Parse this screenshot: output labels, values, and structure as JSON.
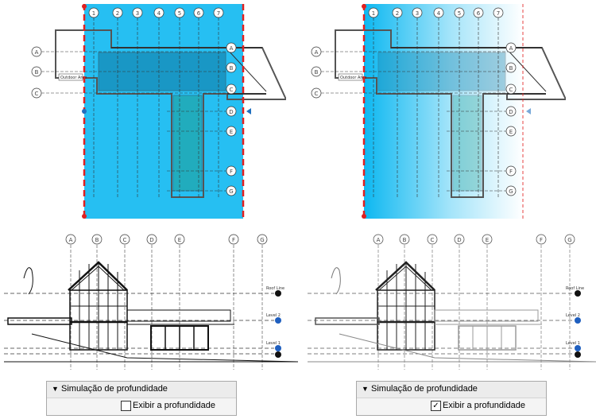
{
  "left_plan": {
    "grid_top": [
      "1",
      "2",
      "3",
      "4",
      "5",
      "6",
      "7"
    ],
    "grid_left": [
      "A",
      "B",
      "C"
    ],
    "grid_right": [
      "A",
      "B",
      "C",
      "D",
      "E",
      "F",
      "G"
    ],
    "room_tag": "Outdoor Area"
  },
  "right_plan": {
    "grid_top": [
      "1",
      "2",
      "3",
      "4",
      "5",
      "6",
      "7"
    ],
    "grid_left": [
      "A",
      "B",
      "C"
    ],
    "grid_right": [
      "A",
      "B",
      "C",
      "D",
      "E",
      "F",
      "G"
    ],
    "room_tag": "Outdoor Area"
  },
  "elevation": {
    "grids": [
      "A",
      "B",
      "C",
      "D",
      "E",
      "F",
      "G"
    ],
    "levels": [
      "Roof Line",
      "Level 2",
      "Level 1"
    ]
  },
  "props_left": {
    "title": "Simulação de profundidade",
    "checkbox_label": "Exibir a profundidade",
    "checked": ""
  },
  "props_right": {
    "title": "Simulação de profundidade",
    "checkbox_label": "Exibir a profundidade",
    "checked": "✓"
  },
  "colors": {
    "crop_blue": "#00b4f0",
    "crop_line": "#e02020"
  }
}
